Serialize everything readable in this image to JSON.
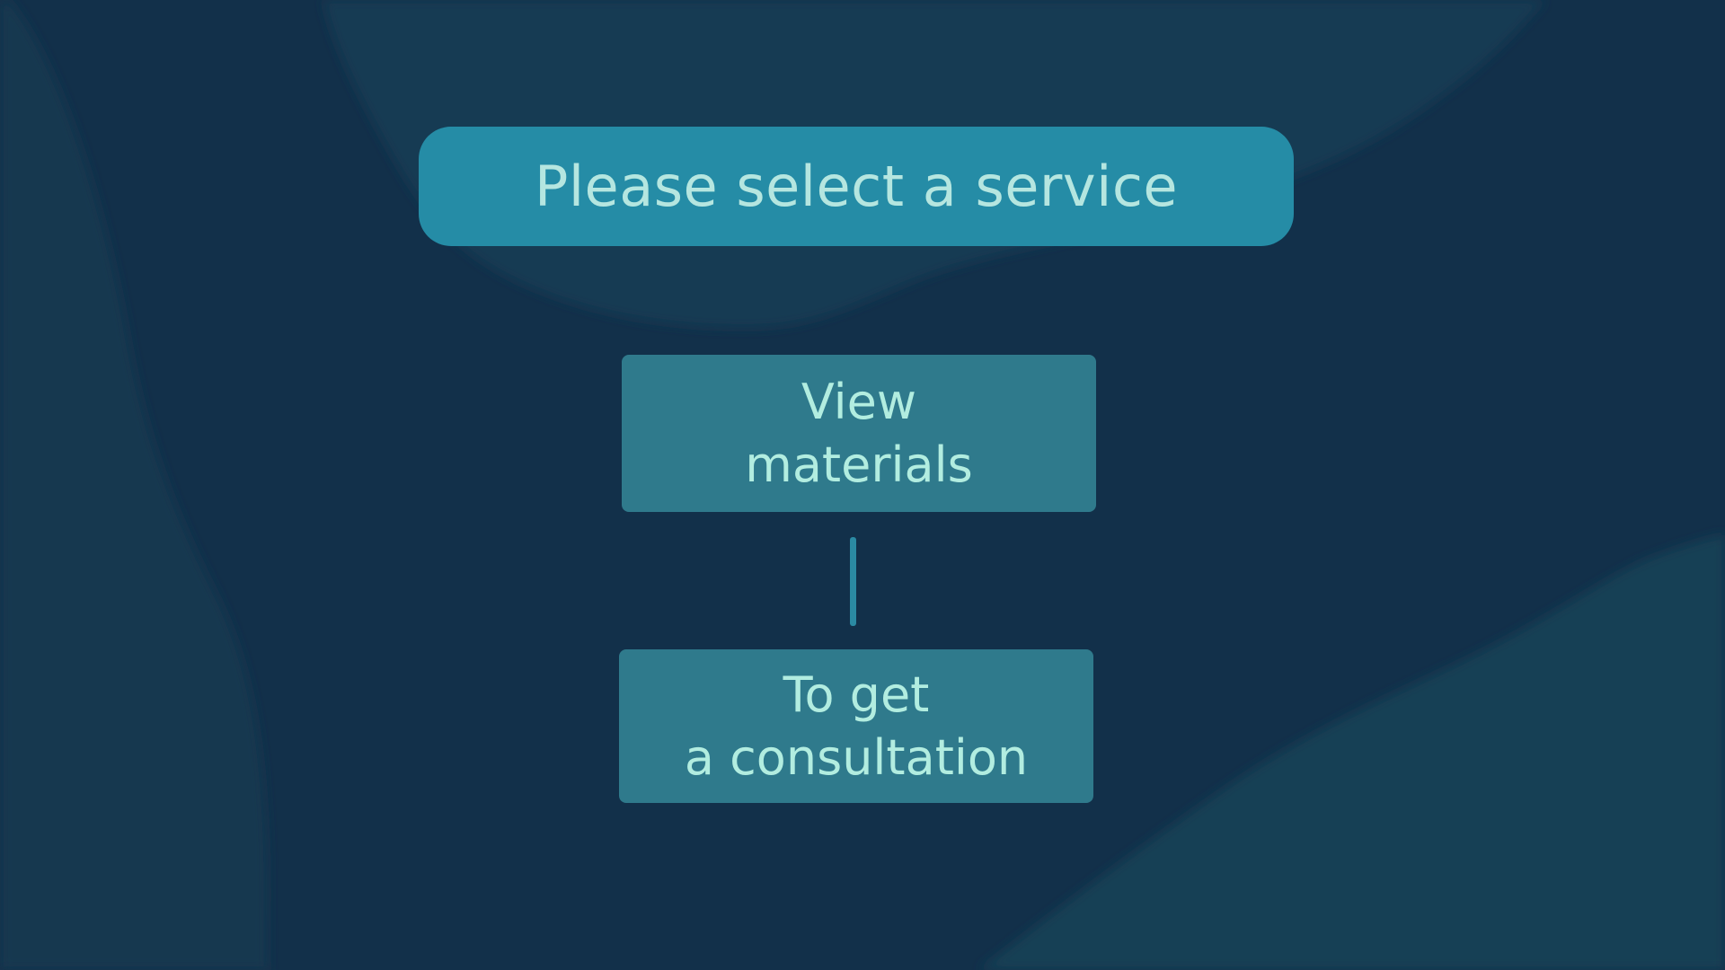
{
  "header": {
    "title": "Please select a service"
  },
  "options": [
    {
      "line1": "View",
      "line2": "materials"
    },
    {
      "line1": "To get",
      "line2": "a consultation"
    }
  ],
  "colors": {
    "background": "#12304a",
    "header_fill": "#258ca6",
    "option_fill": "#2f7a8c",
    "text": "#b2ede0",
    "connector": "#2b8aa3"
  }
}
